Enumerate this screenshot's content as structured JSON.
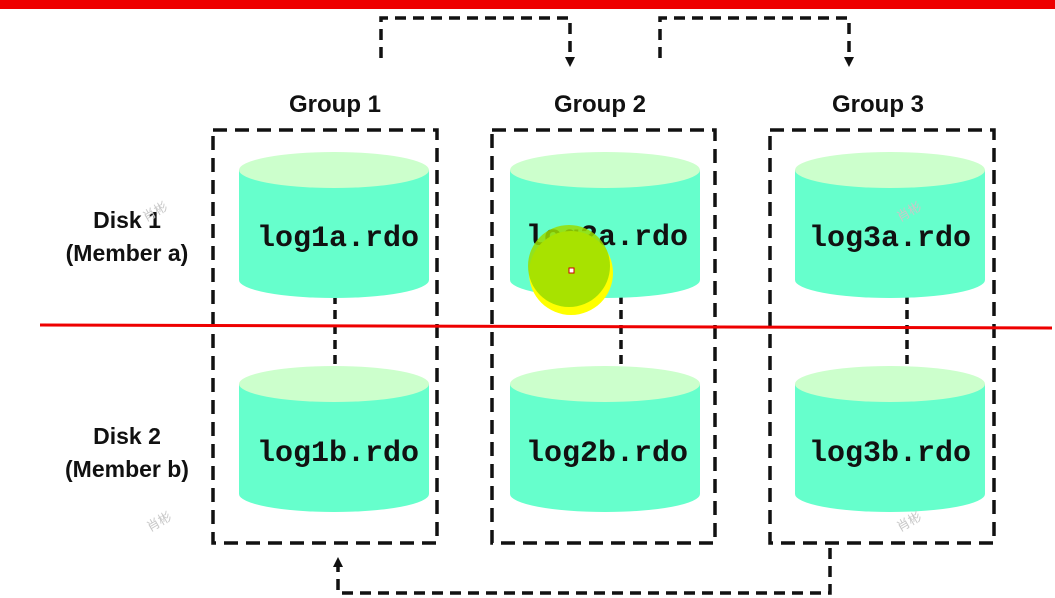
{
  "groups": [
    {
      "title": "Group 1",
      "members": [
        "log1a.rdo",
        "log1b.rdo"
      ]
    },
    {
      "title": "Group 2",
      "members": [
        "log2a.rdo",
        "log2b.rdo"
      ]
    },
    {
      "title": "Group 3",
      "members": [
        "log3a.rdo",
        "log3b.rdo"
      ]
    }
  ],
  "rows": [
    {
      "line1": "Disk 1",
      "line2": "(Member a)"
    },
    {
      "line1": "Disk 2",
      "line2": "(Member b)"
    }
  ],
  "watermark": "肖彬",
  "colors": {
    "cylinder_body": "#66ffcc",
    "cylinder_top": "#ccffcc",
    "annotation_red": "#ee0000",
    "cursor_yellow": "#ffff00",
    "cursor_green": "#99dd00"
  }
}
